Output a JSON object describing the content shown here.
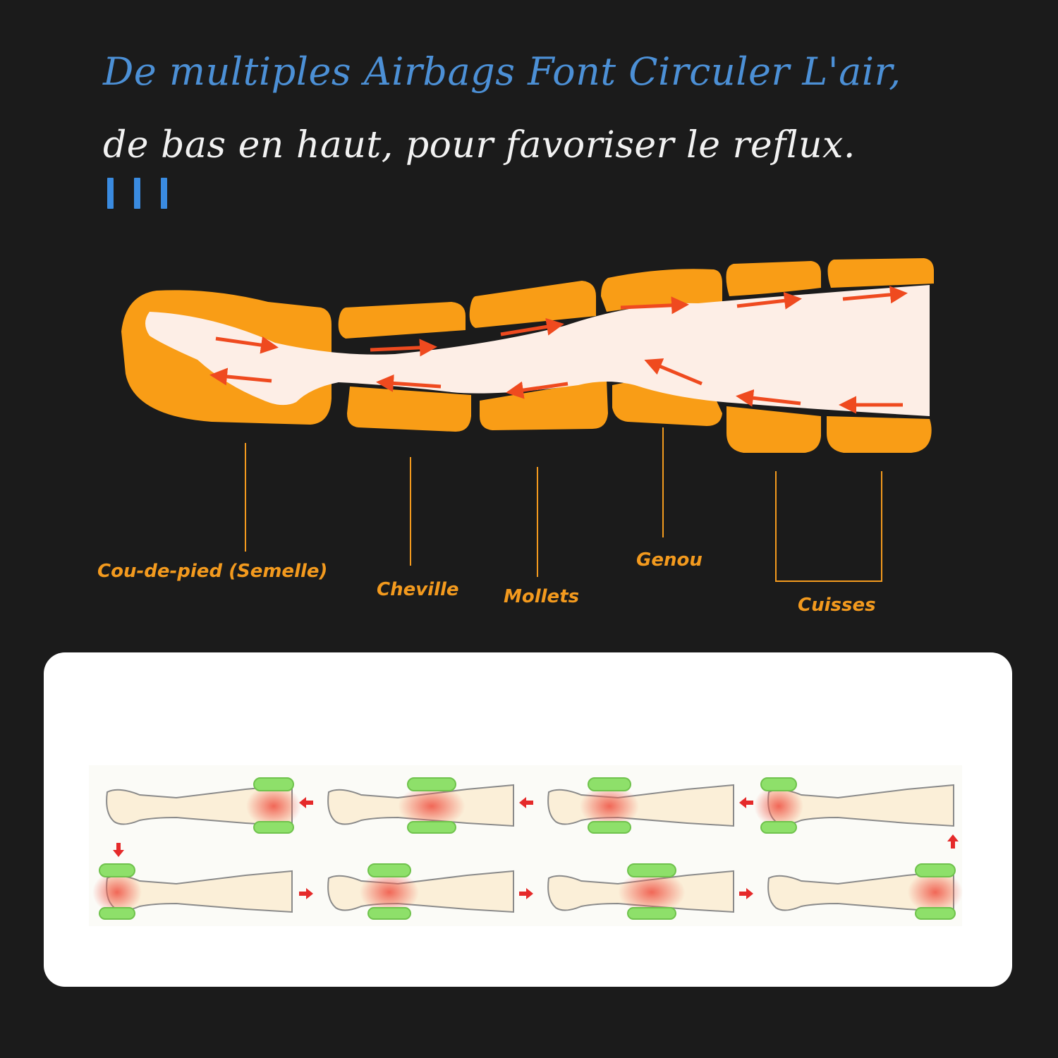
{
  "headline": {
    "line1": "De multiples Airbags Font Circuler L'air,",
    "line2": "de bas en haut, pour favoriser le reflux."
  },
  "colors": {
    "background": "#1b1b1b",
    "title_blue": "#4c90d6",
    "title_white": "#f2f2f2",
    "accent_bar": "#3a8be0",
    "airbag_orange": "#f99d16",
    "leg_skin": "#fdeee6",
    "flow_arrow": "#ef4a1f",
    "label_orange": "#f39a1e",
    "card_bg": "#ffffff",
    "cuff_green": "#8ee06a",
    "pressure_red": "#f06050",
    "step_arrow": "#e52a2a"
  },
  "zones": {
    "instep": "Cou-de-pied (Semelle)",
    "ankle": "Cheville",
    "calves": "Mollets",
    "knee": "Genou",
    "thighs": "Cuisses"
  },
  "icons": {
    "flow": "arrow-right-icon",
    "sequence": "arrow-left-icon"
  }
}
